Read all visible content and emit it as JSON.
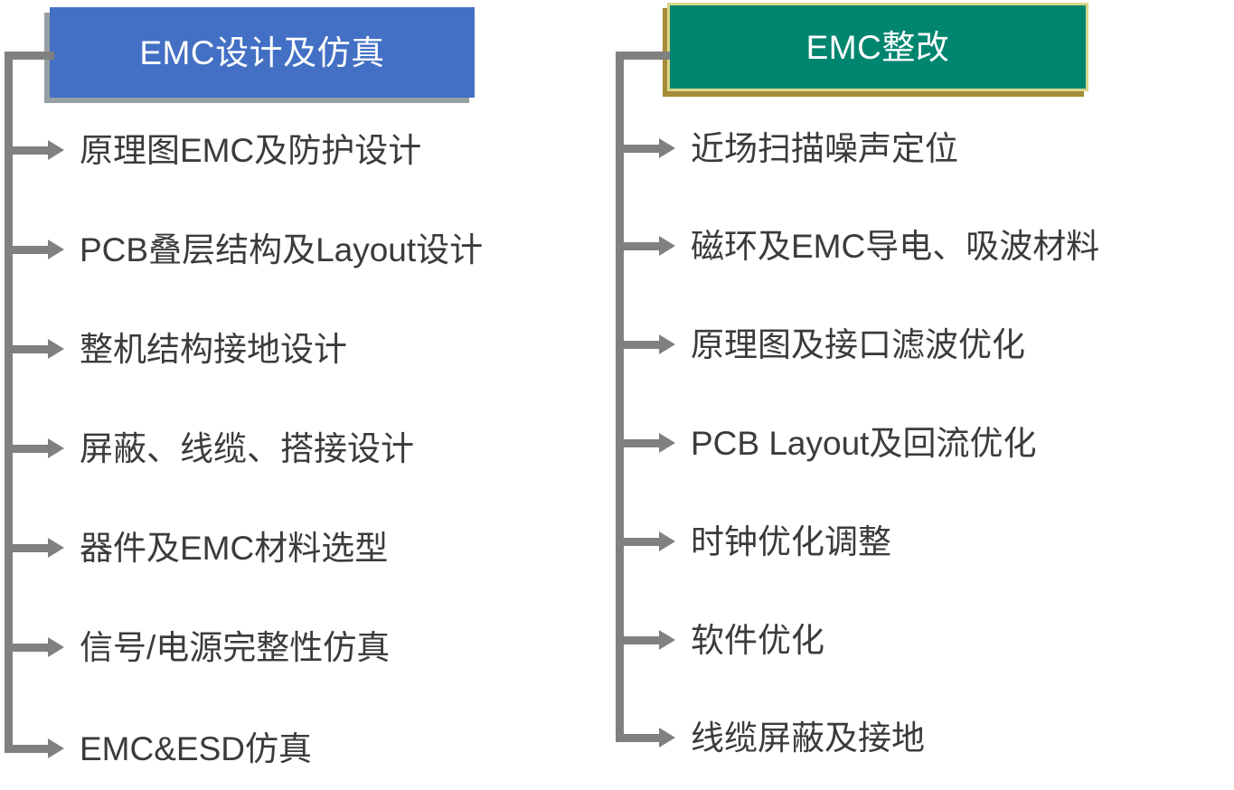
{
  "diagram": {
    "type": "two-column-branch-tree",
    "background_color": "#ffffff",
    "connector_color": "#808080",
    "label_color": "#3B3B3B",
    "columns": [
      {
        "id": "emc-design-simulation",
        "header": {
          "label": "EMC设计及仿真",
          "fill_color": "#4370C4",
          "border_color": "#4370C4",
          "text_color": "#ffffff"
        },
        "items": [
          {
            "label": "原理图EMC及防护设计"
          },
          {
            "label": "PCB叠层结构及Layout设计"
          },
          {
            "label": "整机结构接地设计"
          },
          {
            "label": "屏蔽、线缆、搭接设计"
          },
          {
            "label": "器件及EMC材料选型"
          },
          {
            "label": "信号/电源完整性仿真"
          },
          {
            "label": "EMC&ESD仿真"
          }
        ]
      },
      {
        "id": "emc-rectification",
        "header": {
          "label": "EMC整改",
          "fill_color": "#00856F",
          "border_color": "#D9D68A",
          "text_color": "#ffffff"
        },
        "items": [
          {
            "label": "近场扫描噪声定位"
          },
          {
            "label": "磁环及EMC导电、吸波材料"
          },
          {
            "label": "原理图及接口滤波优化"
          },
          {
            "label": "PCB Layout及回流优化"
          },
          {
            "label": "时钟优化调整"
          },
          {
            "label": "软件优化"
          },
          {
            "label": "线缆屏蔽及接地"
          }
        ]
      }
    ]
  }
}
